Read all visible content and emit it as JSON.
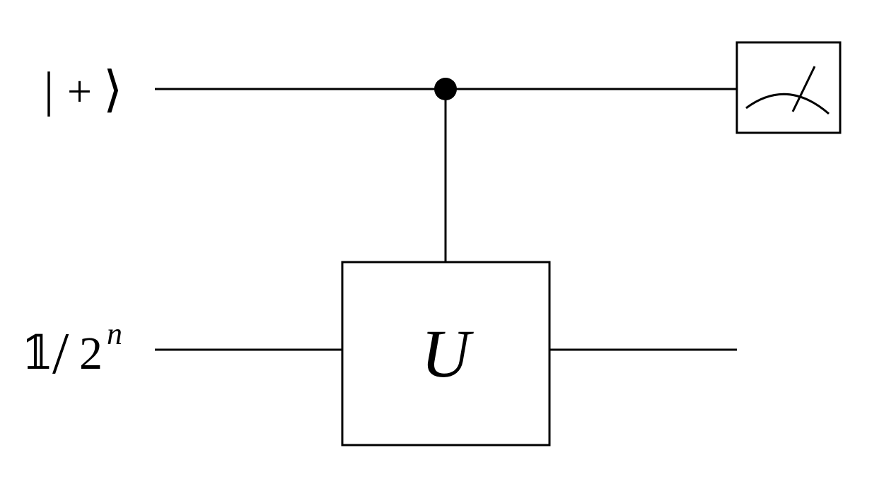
{
  "circuit": {
    "wires": [
      {
        "name": "control",
        "input_state": {
          "ket_open": "|",
          "symbol": "+",
          "ket_close": "⟩"
        }
      },
      {
        "name": "target",
        "input_state": {
          "identity": "𝟙",
          "slash": "/",
          "base": "2",
          "exponent": "n"
        }
      }
    ],
    "gates": [
      {
        "type": "controlled-unitary",
        "label": "U",
        "control_wire": "control",
        "target_wire": "target"
      },
      {
        "type": "measurement",
        "wire": "control"
      }
    ]
  },
  "colors": {
    "line": "#000000",
    "background": "#ffffff"
  }
}
